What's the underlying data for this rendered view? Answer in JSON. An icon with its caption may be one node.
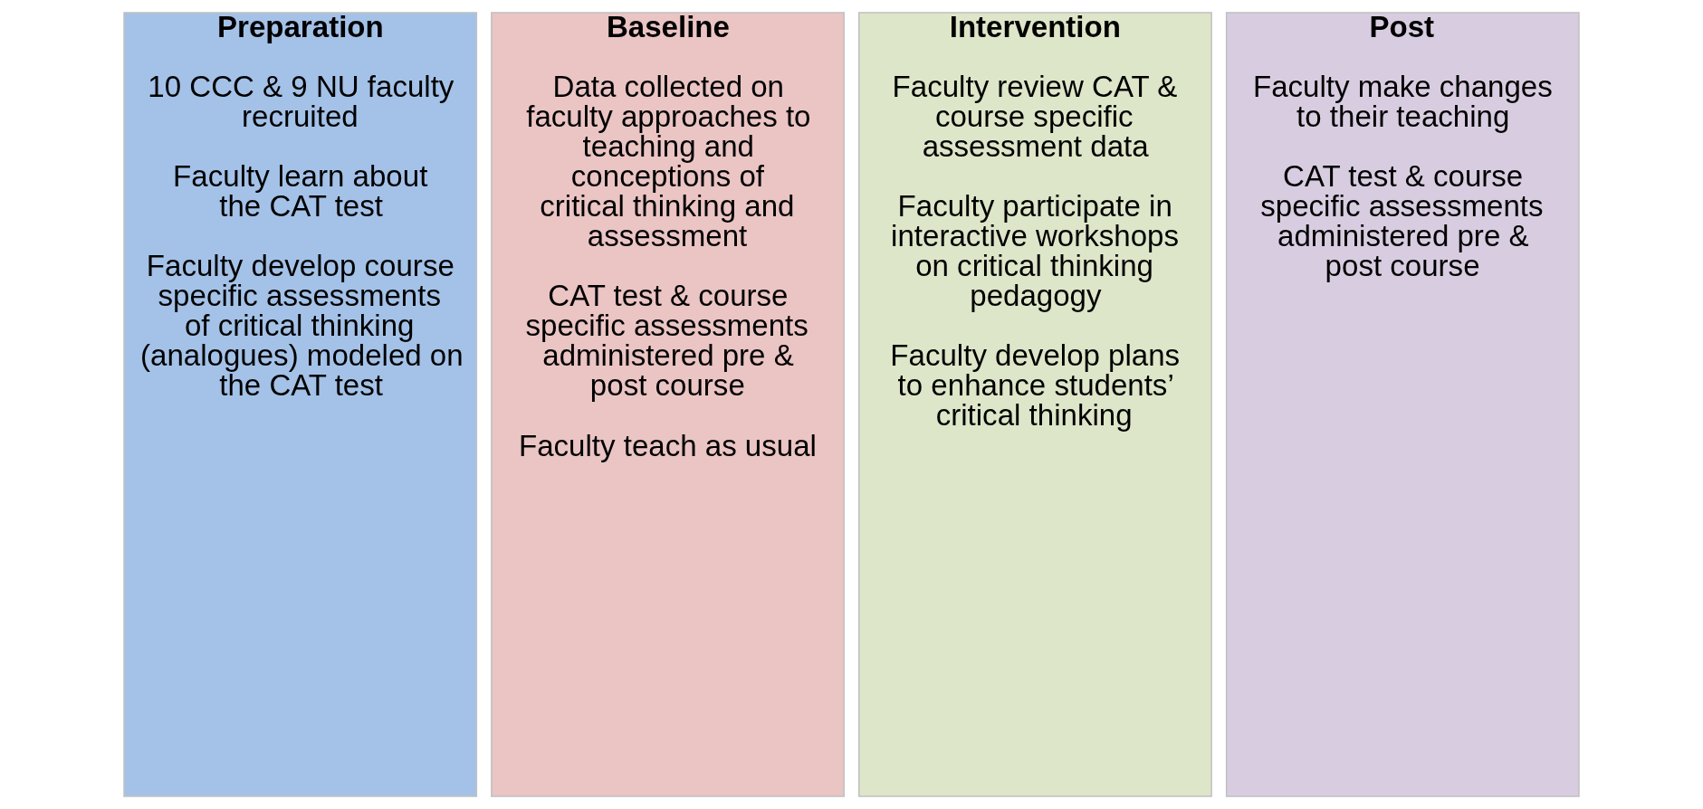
{
  "diagram": {
    "nodes": [
      {
        "text": [
          "Preparation",
          "10 CCC & 9 NU faculty recruited",
          "Faculty learn about the CAT test",
          "Faculty develop course specific assessments of critical thinking (analogues) modeled on the CAT test"
        ]
      },
      {
        "text": [
          "Baseline",
          "Data collected on faculty approaches to teaching and conceptions of critical thinking and assessment",
          "CAT test & course specific assessments administered pre & post course",
          "Faculty teach as usual"
        ]
      },
      {
        "text": [
          "Intervention",
          "Faculty review CAT & course specific assessment data",
          "Faculty participate in interactive workshops on critical thinking pedagogy",
          "Faculty develop plans to enhance students’ critical thinking"
        ]
      },
      {
        "text": [
          "Post",
          "Faculty make changes to their teaching",
          "CAT test & course specific assessments administered pre & post course"
        ]
      }
    ]
  }
}
